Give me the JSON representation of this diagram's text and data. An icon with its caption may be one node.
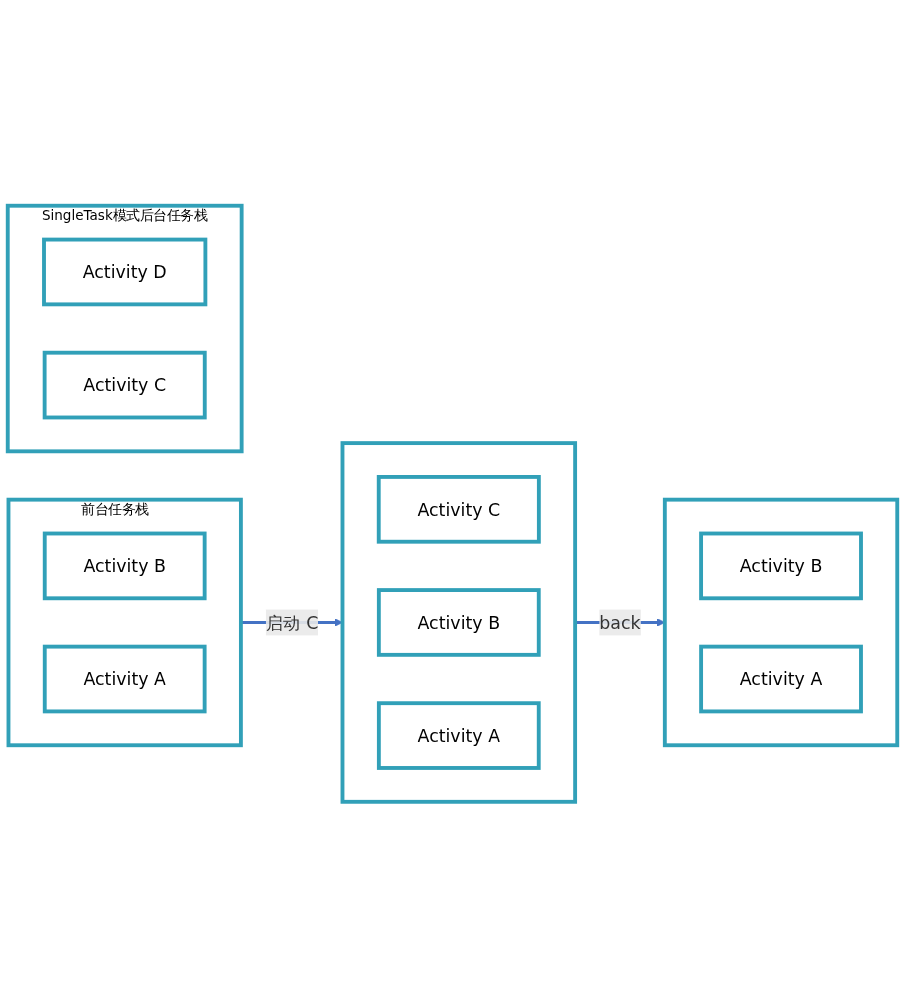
{
  "diagram": {
    "nodes": [
      {
        "text": [
          "前台任务栈"
        ]
      },
      {
        "text": [
          "Activity B"
        ],
        "in": 0
      },
      {
        "text": [
          "Activity A"
        ],
        "in": 0
      },
      {
        "text": [
          "SingleTask模式后台任务栈"
        ]
      },
      {
        "text": [
          "Activity D"
        ],
        "in": 3
      },
      {
        "text": [
          "Activity C"
        ],
        "in": 3
      },
      {
        "text": [],
        "shape": "box"
      },
      {
        "text": [
          "Activity C"
        ],
        "in": 6
      },
      {
        "text": [
          "Activity B"
        ],
        "in": 6
      },
      {
        "text": [
          "Activity A"
        ],
        "in": 6
      },
      {
        "text": [],
        "shape": "box"
      },
      {
        "text": [
          "Activity B"
        ],
        "in": 10
      },
      {
        "text": [
          "Activity A"
        ],
        "in": 10
      }
    ],
    "edges": [
      {
        "from": 0,
        "to": 6,
        "label": "启动 C",
        "arrow": "to"
      },
      {
        "from": 6,
        "to": 10,
        "label": "back",
        "arrow": "to"
      }
    ]
  }
}
